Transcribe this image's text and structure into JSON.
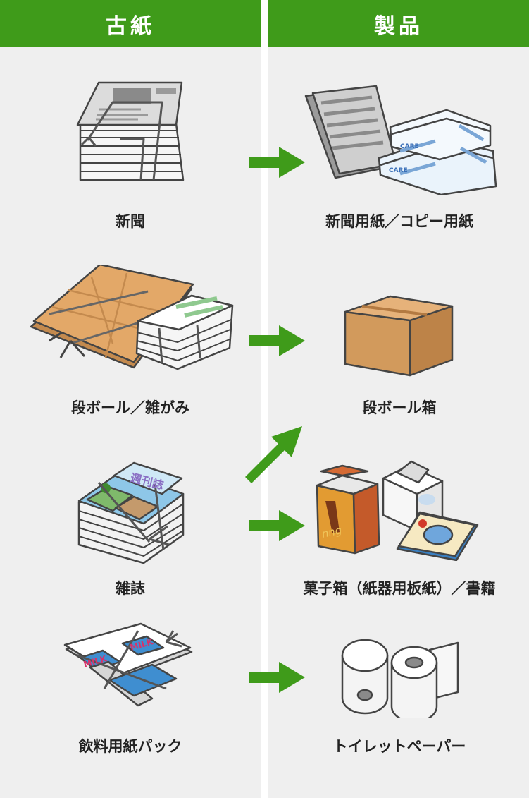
{
  "header": {
    "left": "古紙",
    "right": "製品"
  },
  "rows": [
    {
      "source": "新聞",
      "product": "新聞用紙／コピー用紙"
    },
    {
      "source": "段ボール／雑がみ",
      "product": "段ボール箱"
    },
    {
      "source": "雑誌",
      "product": "菓子箱（紙器用板紙）／書籍"
    },
    {
      "source": "飲料用紙パック",
      "product": "トイレットペーパー"
    }
  ],
  "illustration_text": {
    "copy_paper_brand": "CARE",
    "magazine_cover": "週刊誌",
    "milk_carton": "MILK",
    "candy_box": "nng"
  },
  "colors": {
    "accent": "#3f9b1a",
    "background": "#efefef",
    "arrow": "#3f9b1a"
  }
}
